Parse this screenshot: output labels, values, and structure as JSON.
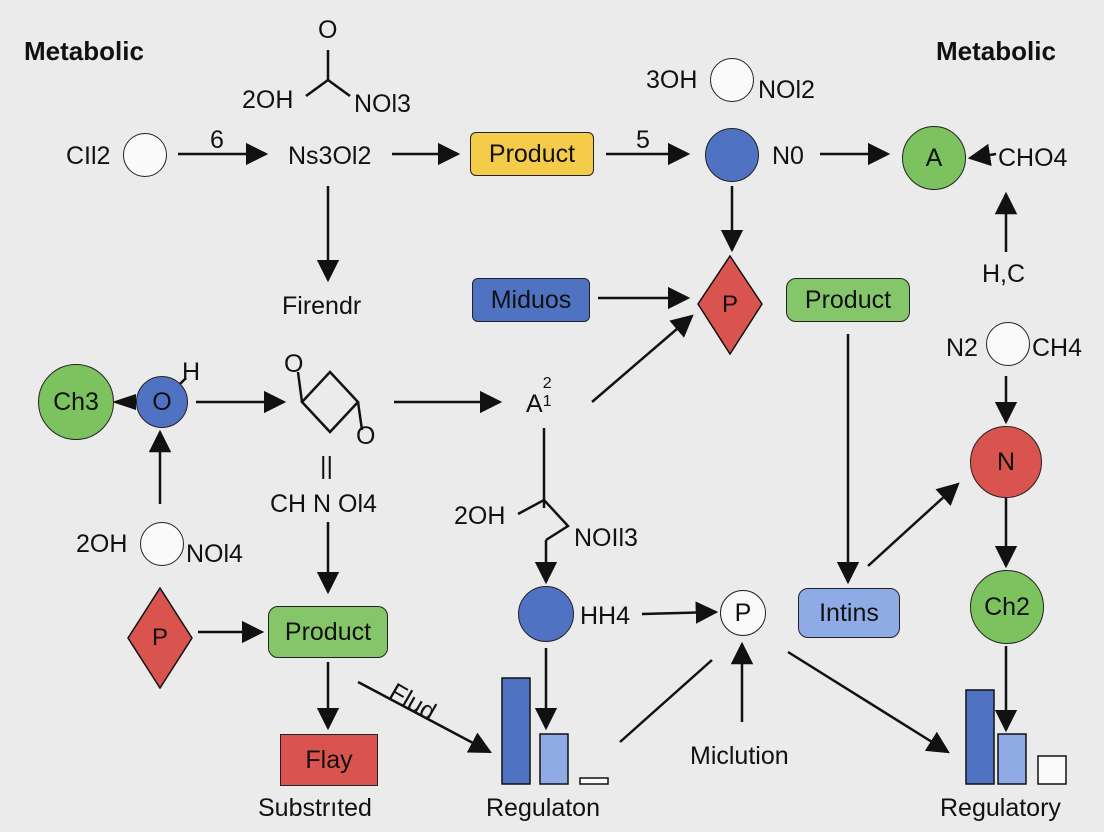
{
  "titles": {
    "left": "Metabolic",
    "right": "Metabolic"
  },
  "labels": {
    "o_top": "O",
    "oh2_top": "2OH",
    "noi3_top": "NOl3",
    "cii2": "CIl2",
    "six": "6",
    "ns3oi2": "Ns3Ol2",
    "five": "5",
    "oh3": "3OH",
    "noi2": "NOl2",
    "n0": "N0",
    "cho4": "CHO4",
    "firendr": "Firendr",
    "h1c": "H,C",
    "n2": "N2",
    "ch4": "CH4",
    "h_mid": "H",
    "o_ring1": "O",
    "o_ring2": "O",
    "a12": "A",
    "a_sup": "2",
    "a_sub": "1",
    "ch_n_oi4": "CH  N  Ol4",
    "double_bar": "||",
    "oh2_mid": "2OH",
    "noi3_mid": "NOIl3",
    "oh2_left": "2OH",
    "noi4_left": "NOl4",
    "hh4": "HH4",
    "flud": "Flud",
    "miclution": "Miclution",
    "substrited": "Substrıted",
    "regulaton": "Regulaton",
    "regulatory": "Regulatory"
  },
  "boxes": {
    "product_yellow": "Product",
    "miduos": "Miduos",
    "product_green_top": "Product",
    "product_green_low": "Product",
    "intins": "Intins",
    "flay": "Flay"
  },
  "nodes": {
    "a": "A",
    "p_top": "P",
    "ch3": "Ch3",
    "o_blue": "O",
    "n_red": "N",
    "ch2": "Ch2",
    "p_left": "P",
    "p_small": "P"
  },
  "colors": {
    "green": "#7cc35f",
    "blue": "#4f72c2",
    "light_blue": "#8eabe6",
    "red": "#d9534f",
    "yellow": "#f5cb4a",
    "background": "#ebebeb"
  }
}
